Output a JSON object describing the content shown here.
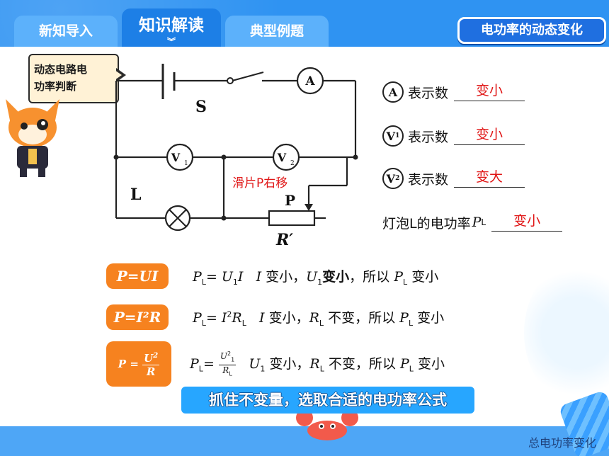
{
  "tabs": [
    {
      "label": "新知导入"
    },
    {
      "label": "知识解读"
    },
    {
      "label": "典型例题"
    }
  ],
  "corner_title": "电功率的动态变化",
  "bubble": {
    "line1": "动态电路电",
    "line2": "功率判断"
  },
  "circuit": {
    "switch_label": "S",
    "ammeter": "A",
    "v1": "V",
    "v1_sub": "1",
    "v2": "V",
    "v2_sub": "2",
    "lamp_label": "L",
    "slider_note": "滑片P右移",
    "slider_label": "P",
    "rheostat_label": "R′"
  },
  "readings": [
    {
      "meter": "A",
      "sub": "",
      "text": "表示数",
      "answer": "变小"
    },
    {
      "meter": "V",
      "sub": "1",
      "text": "表示数",
      "answer": "变小"
    },
    {
      "meter": "V",
      "sub": "2",
      "text": "表示数",
      "answer": "变大"
    }
  ],
  "power": {
    "text": "灯泡L的电功率",
    "symbol": "P",
    "sub": "L",
    "answer": "变小"
  },
  "formulas": [
    {
      "pill": "P=UI",
      "expl": "P_L = U_1 I   I 变小，U_1 变小，所以 P_L 变小"
    },
    {
      "pill": "P=I²R",
      "expl": "P_L = I² R_L   I 变小，R_L 不变，所以 P_L 变小"
    },
    {
      "pill": "P = U²/R",
      "expl": "P_L = U_1²/R_L   U_1 变小，R_L 不变，所以 P_L 变小"
    }
  ],
  "f1": {
    "p": "P",
    "l": "L",
    "eq": "=",
    "u": "U",
    "one": "1",
    "i": "I",
    "i2": "I",
    "t1": "变小，",
    "u2": "U",
    "one2": "1",
    "t2": "变小",
    "t3": "，所以",
    "p2": "P",
    "l2": "L",
    "t4": "变小"
  },
  "f2": {
    "p": "P",
    "l": "L",
    "eq": "=",
    "i": "I",
    "two": "2",
    "r": "R",
    "l3": "L",
    "i2": "I",
    "t1": "变小，",
    "r2": "R",
    "l4": "L",
    "t2": "不变，所以",
    "p2": "P",
    "l2": "L",
    "t4": "变小"
  },
  "f3": {
    "p": "P",
    "l": "L",
    "eq": "=",
    "u": "U",
    "two": "2",
    "one": "1",
    "r": "R",
    "l3": "L",
    "u2": "U",
    "one2": "1",
    "t1": "变小，",
    "r2": "R",
    "l4": "L",
    "t2": "不变，所以",
    "p2": "P",
    "l2": "L",
    "t4": "变小"
  },
  "pill3": {
    "p": "P",
    "eq": "=",
    "u": "U",
    "two": "2",
    "r": "R"
  },
  "banner": "抓住不变量，选取合适的电功率公式",
  "footer": "总电功率变化",
  "colors": {
    "accent": "#f6821f",
    "answer": "#e01616",
    "tab_active": "#1d7fe6"
  }
}
